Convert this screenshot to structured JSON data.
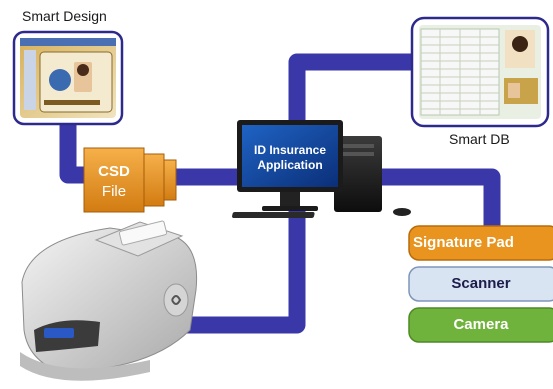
{
  "nodes": {
    "smart_design": {
      "label": "Smart Design"
    },
    "smart_db": {
      "label": "Smart DB"
    },
    "csd_file": {
      "line1": "CSD",
      "line2": "File"
    },
    "application": {
      "line1": "ID Insurance",
      "line2": "Application"
    },
    "signature_pad": {
      "label": "Signature Pad"
    },
    "scanner": {
      "label": "Scanner"
    },
    "camera": {
      "label": "Camera"
    }
  },
  "colors": {
    "connector": "#3a37a8",
    "orange": "#e8941e",
    "light_blue": "#d9e4f3",
    "green": "#6fb33d"
  }
}
